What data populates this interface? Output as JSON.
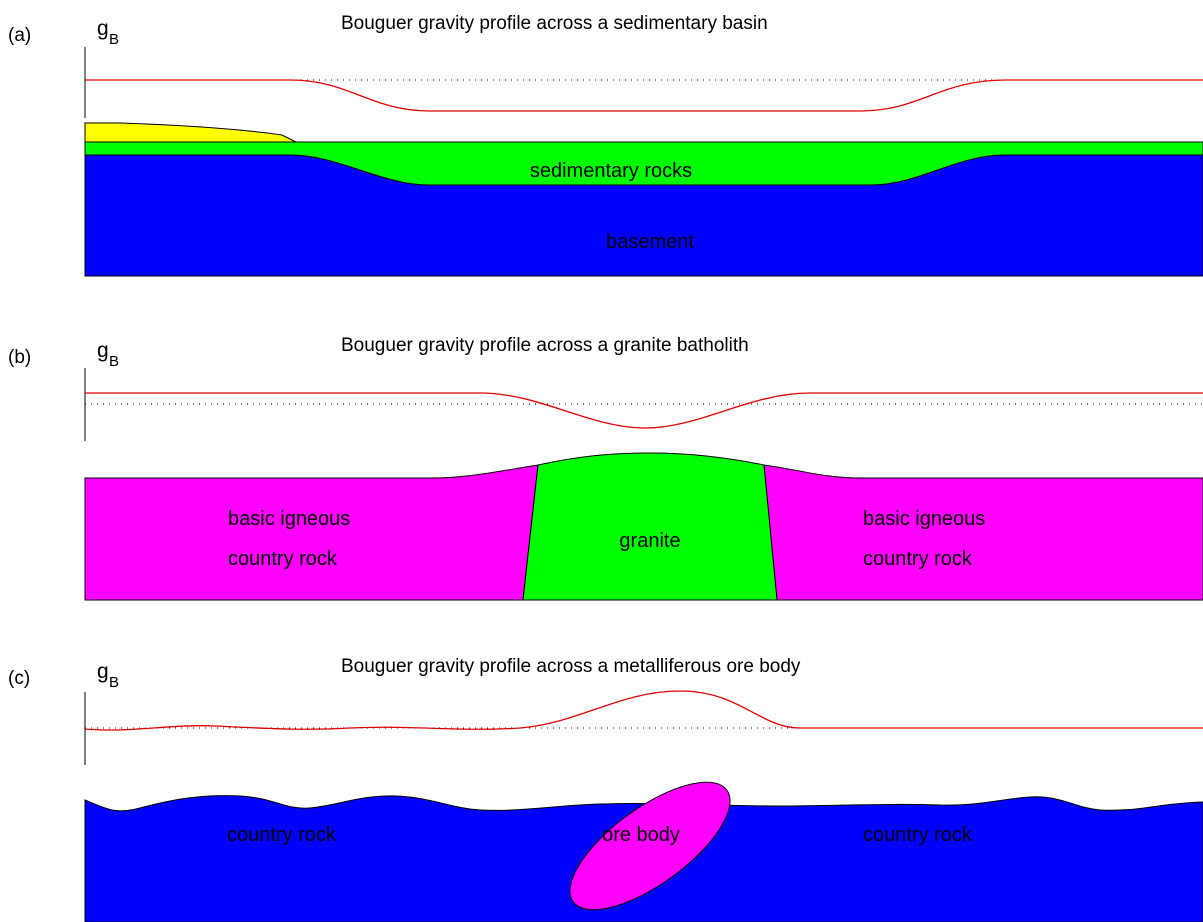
{
  "panels": [
    {
      "id": "a",
      "label": "(a)",
      "title": "Bouguer gravity profile across a sedimentary basin",
      "axis": {
        "symbol": "g",
        "subscript": "B"
      },
      "labels": [
        "sedimentary rocks",
        "basement"
      ]
    },
    {
      "id": "b",
      "label": "(b)",
      "title": "Bouguer gravity profile across a granite batholith",
      "axis": {
        "symbol": "g",
        "subscript": "B"
      },
      "labels": [
        "basic igneous",
        "country rock",
        "granite",
        "basic igneous",
        "country rock"
      ]
    },
    {
      "id": "c",
      "label": "(c)",
      "title": "Bouguer gravity profile across a metalliferous ore body",
      "axis": {
        "symbol": "g",
        "subscript": "B"
      },
      "labels": [
        "country rock",
        "ore body",
        "country rock"
      ]
    }
  ],
  "colors": {
    "profile": "#e00000",
    "sediment": "#00ff00",
    "basement": "#0000ff",
    "overburden": "#ffff00",
    "basic_igneous": "#ff00ff",
    "granite": "#00ff00",
    "country_rock": "#0000ff",
    "ore_body": "#ff00ff",
    "outline": "#000000"
  }
}
